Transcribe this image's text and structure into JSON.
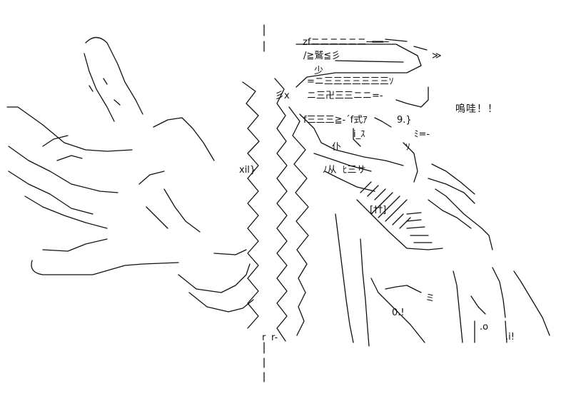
{
  "art": {
    "exclamation": "嗚哇！！",
    "fragments": [
      "zfニニニニニニ─━━─",
      "/≧鷲≦彡",
      "少",
      "=ニ三三三三三三三ｿ",
      "彡x",
      "ニ三卍三三ニニ=-",
      "f三三三≧-´f式ｱ",
      "9.}",
      "i_ｽ",
      "ﾐ=-",
      "仆",
      "ｿ",
      "ﾉ从",
      "ﾋ三サ",
      "xil}",
      "≫",
      "[††]",
      "0.!",
      ".o",
      ".i!",
      "r",
      "r-",
      "ミ"
    ],
    "colors": {
      "ink": "#111111",
      "background": "#ffffff"
    }
  }
}
